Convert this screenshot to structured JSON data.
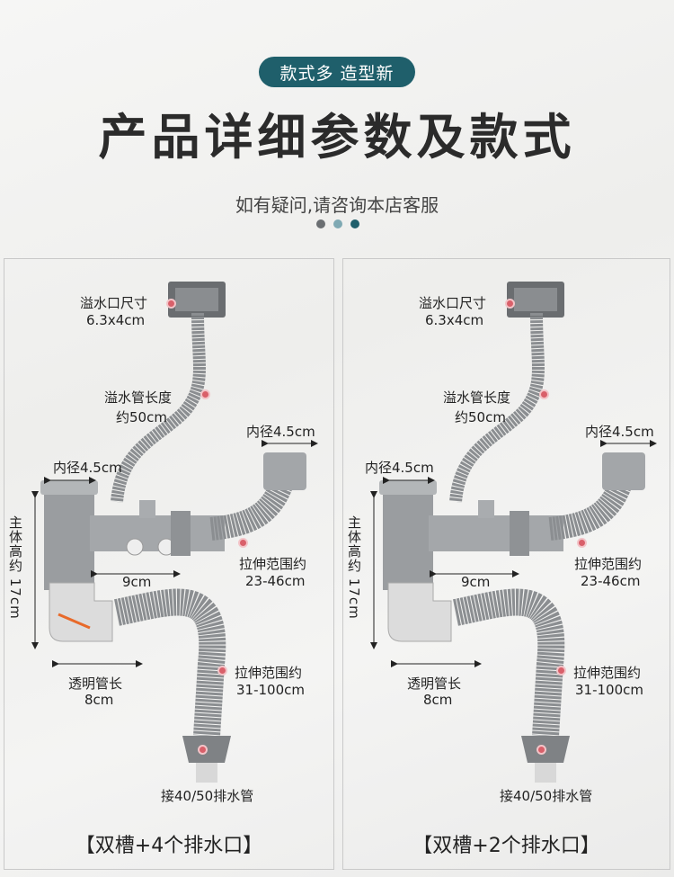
{
  "header": {
    "badge": "款式多 造型新",
    "title": "产品详细参数及款式",
    "subtitle": "如有疑问,请咨询本店客服",
    "dot_colors": [
      "#6b6f72",
      "#7fa9b3",
      "#1f5f6b"
    ]
  },
  "panels": [
    {
      "overflow_label": "溢水口尺寸",
      "overflow_size": "6.3x4cm",
      "hose_label": "溢水管长度",
      "hose_length": "约50cm",
      "inner_right": "内径4.5cm",
      "inner_left": "内径4.5cm",
      "body_height": "主体高约 17cm",
      "spacing": "9cm",
      "stretch1_label": "拉伸范围约",
      "stretch1_range": "23-46cm",
      "clear_label": "透明管长",
      "clear_length": "8cm",
      "stretch2_label": "拉伸范围约",
      "stretch2_range": "31-100cm",
      "outlet": "接40/50排水管",
      "footer": "【双槽+4个排水口】"
    },
    {
      "overflow_label": "溢水口尺寸",
      "overflow_size": "6.3x4cm",
      "hose_label": "溢水管长度",
      "hose_length": "约50cm",
      "inner_right": "内径4.5cm",
      "inner_left": "内径4.5cm",
      "body_height": "主体高约 17cm",
      "spacing": "9cm",
      "stretch1_label": "拉伸范围约",
      "stretch1_range": "23-46cm",
      "clear_label": "透明管长",
      "clear_length": "8cm",
      "stretch2_label": "拉伸范围约",
      "stretch2_range": "31-100cm",
      "outlet": "接40/50排水管",
      "footer": "【双槽+2个排水口】"
    }
  ]
}
